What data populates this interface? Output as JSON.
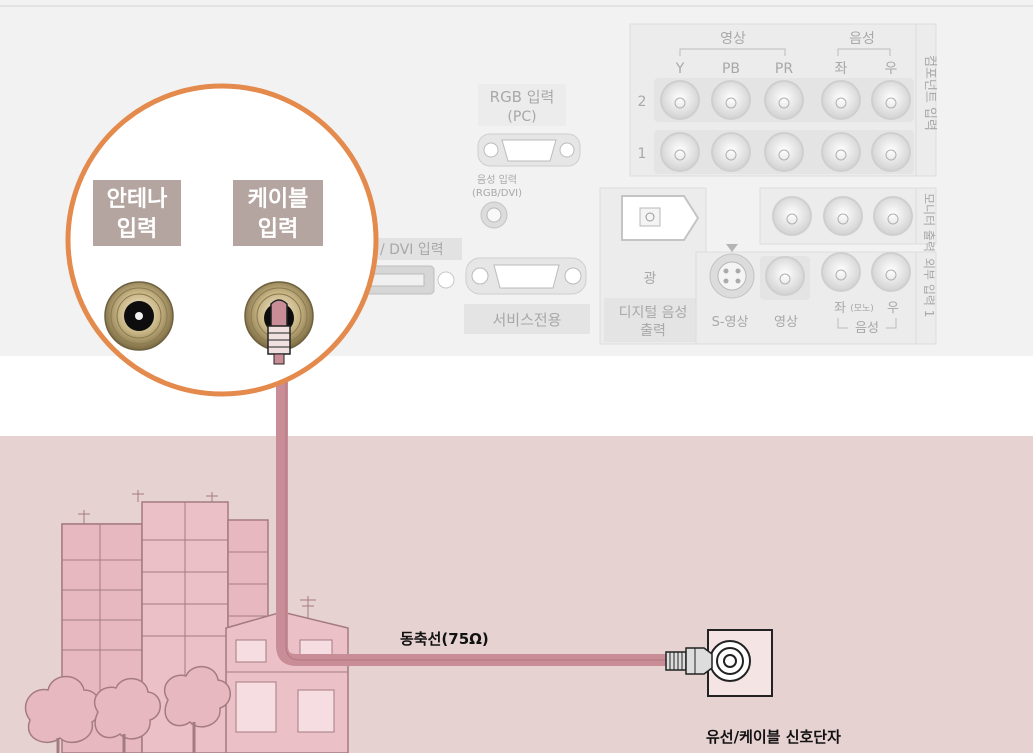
{
  "panel": {
    "component_group_video": "영상",
    "component_group_audio": "음성",
    "component_col_y": "Y",
    "component_col_pb": "PB",
    "component_col_pr": "PR",
    "component_col_left": "좌",
    "component_col_right": "우",
    "component_row_2": "2",
    "component_row_1": "1",
    "component_side_label": "컴포넌트 입력",
    "rgb_label_line1": "RGB 입력",
    "rgb_label_line2": "(PC)",
    "audio_rgb_line1": "음성 입력",
    "audio_rgb_line2": "(RGB/DVI)",
    "dvi_label": "/ DVI 입력",
    "service_label": "서비스전용",
    "optical_label": "광",
    "digital_audio_line1": "디지털 음성",
    "digital_audio_line2": "출력",
    "monitor_out_side": "모니터 출력",
    "ext_input_side": "외부 입력 1",
    "svideo_label": "S-영상",
    "video_label": "영상",
    "ext_left_label": "좌",
    "ext_mono_label": "(모노)",
    "ext_right_label": "우",
    "ext_audio_label": "음성"
  },
  "callout": {
    "antenna_line1": "안테나",
    "antenna_line2": "입력",
    "cable_line1": "케이블",
    "cable_line2": "입력"
  },
  "scene": {
    "coax_label": "동축선(75Ω)",
    "outlet_label": "유선/케이블 신호단자"
  },
  "colors": {
    "panel_bg": "#f2f2f2",
    "ground_bg": "#e7d2d2",
    "callout_ring": "#e38a4c",
    "cable": "#c98d98",
    "label_box": "#b5a5a0",
    "buildings": "#e8b8c0"
  }
}
